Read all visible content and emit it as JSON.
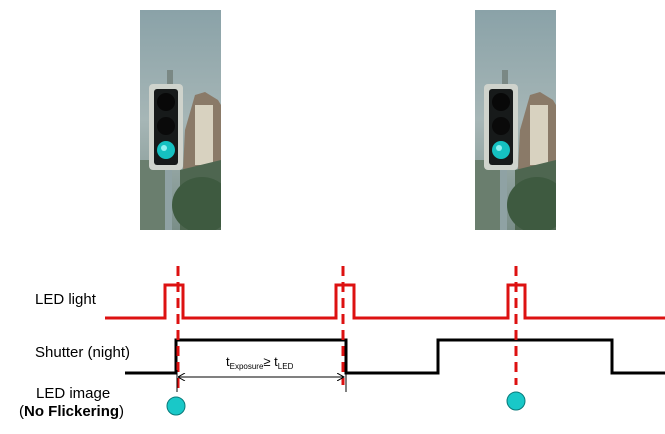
{
  "labels": {
    "led_light": "LED light",
    "shutter": "Shutter (night)",
    "led_image": "LED image",
    "no_flicker_open": "(",
    "no_flicker_bold": "No Flickering",
    "no_flicker_close": ")"
  },
  "formula": {
    "t1": "t",
    "sub1": "Exposure",
    "op": "≥ t",
    "sub2": "LED"
  },
  "colors": {
    "led_signal": "#dd1111",
    "shutter_signal": "#000000",
    "marker": "#dd1111",
    "led_dot": "#19c8c8"
  }
}
